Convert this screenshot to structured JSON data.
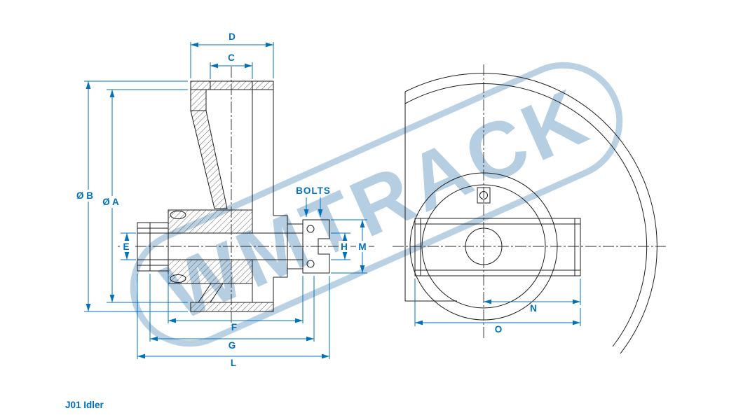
{
  "page": {
    "title": "J01 Idler",
    "watermark": "WMTRACK"
  },
  "dimensions": {
    "d": "D",
    "c": "C",
    "dia_b": "Ø B",
    "dia_a": "Ø A",
    "e": "E",
    "bolts": "BOLTS",
    "h": "H",
    "m": "M",
    "f": "F",
    "g": "G",
    "l": "L",
    "n": "N",
    "o": "O"
  },
  "colors": {
    "dimension_blue": "#0072bc",
    "line_black": "#1c1c1c",
    "watermark_blue": "#a3c2da"
  }
}
